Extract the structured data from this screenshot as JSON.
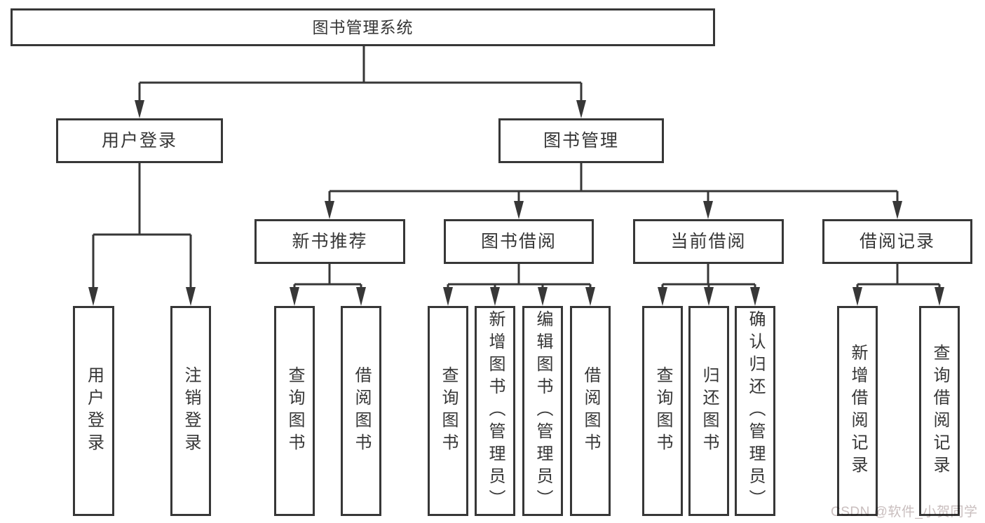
{
  "tree": {
    "label": "图书管理系统",
    "children": [
      {
        "label": "用户登录",
        "children": [
          {
            "label": "用户登录"
          },
          {
            "label": "注销登录"
          }
        ]
      },
      {
        "label": "图书管理",
        "children": [
          {
            "label": "新书推荐",
            "children": [
              {
                "label": "查询图书"
              },
              {
                "label": "借阅图书"
              }
            ]
          },
          {
            "label": "图书借阅",
            "children": [
              {
                "label": "查询图书"
              },
              {
                "label": "新增图书（管理员）"
              },
              {
                "label": "编辑图书（管理员）"
              },
              {
                "label": "借阅图书"
              }
            ]
          },
          {
            "label": "当前借阅",
            "children": [
              {
                "label": "查询图书"
              },
              {
                "label": "归还图书"
              },
              {
                "label": "确认归还（管理员）"
              }
            ]
          },
          {
            "label": "借阅记录",
            "children": [
              {
                "label": "新增借阅记录"
              },
              {
                "label": "查询借阅记录"
              }
            ]
          }
        ]
      }
    ]
  },
  "watermark": "CSDN @软件_小贺同学",
  "colors": {
    "line": "#373737",
    "box_background": "#ffffff",
    "text": "#363636",
    "watermark": "#c9bebe"
  }
}
